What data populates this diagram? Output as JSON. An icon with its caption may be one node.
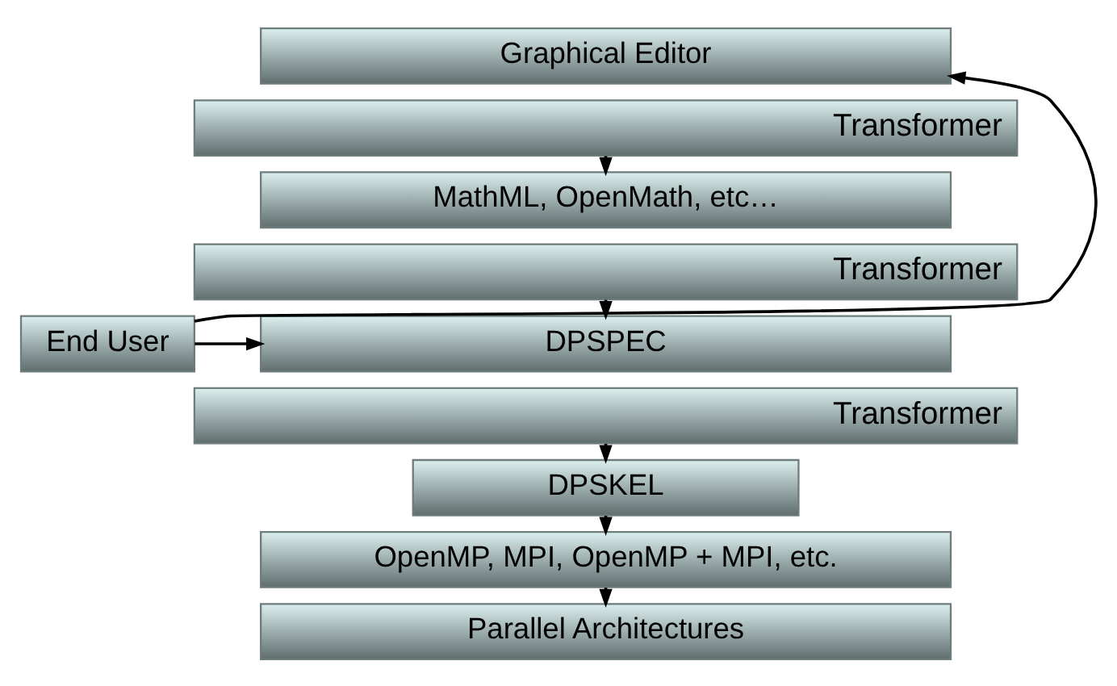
{
  "diagram": {
    "nodes": [
      {
        "text": [
          "Graphical Editor"
        ]
      },
      {
        "text": [
          "Transformer"
        ]
      },
      {
        "text": [
          "MathML, OpenMath, etc…"
        ]
      },
      {
        "text": [
          "Transformer"
        ]
      },
      {
        "text": [
          "DPSPEC"
        ]
      },
      {
        "text": [
          "Transformer"
        ]
      },
      {
        "text": [
          "DPSKEL"
        ]
      },
      {
        "text": [
          "OpenMP, MPI, OpenMP + MPI, etc."
        ]
      },
      {
        "text": [
          "Parallel Architectures"
        ]
      },
      {
        "text": [
          "End User"
        ]
      }
    ],
    "edges": [
      {
        "from": 1,
        "to": 2,
        "arrow": "to"
      },
      {
        "from": 3,
        "to": 4,
        "arrow": "to"
      },
      {
        "from": 5,
        "to": 6,
        "arrow": "to"
      },
      {
        "from": 6,
        "to": 7,
        "arrow": "to"
      },
      {
        "from": 7,
        "to": 8,
        "arrow": "to"
      },
      {
        "from": 9,
        "to": 0,
        "arrow": "to"
      },
      {
        "from": 9,
        "to": 4,
        "arrow": "to"
      }
    ]
  }
}
